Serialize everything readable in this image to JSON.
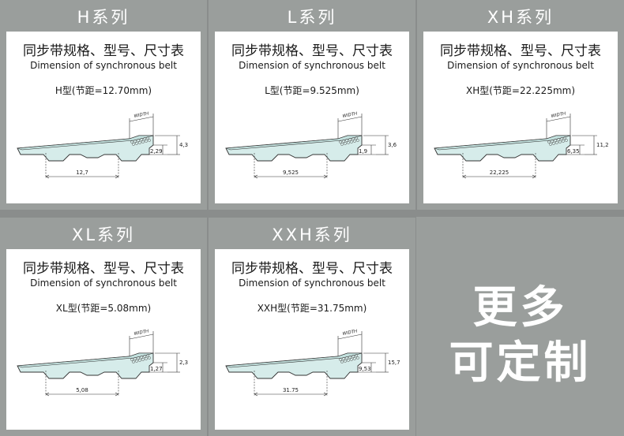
{
  "panels": [
    {
      "title": "H系列",
      "heading_cn": "同步带规格、型号、尺寸表",
      "heading_en": "Dimension of synchronous belt",
      "model": "H型(节距=12.70mm)",
      "dims": {
        "width_label": "WIDTH",
        "tooth_height": "2,29",
        "belt_height": "4,3",
        "pitch": "12,7"
      }
    },
    {
      "title": "L系列",
      "heading_cn": "同步带规格、型号、尺寸表",
      "heading_en": "Dimension of synchronous belt",
      "model": "L型(节距=9.525mm)",
      "dims": {
        "width_label": "WIDTH",
        "tooth_height": "1,9",
        "belt_height": "3,6",
        "pitch": "9,525"
      }
    },
    {
      "title": "XH系列",
      "heading_cn": "同步带规格、型号、尺寸表",
      "heading_en": "Dimension of synchronous belt",
      "model": "XH型(节距=22.225mm)",
      "dims": {
        "width_label": "WIDTH",
        "tooth_height": "6,35",
        "belt_height": "11,2",
        "pitch": "22,225"
      }
    },
    {
      "title": "XL系列",
      "heading_cn": "同步带规格、型号、尺寸表",
      "heading_en": "Dimension of synchronous belt",
      "model": "XL型(节距=5.08mm)",
      "dims": {
        "width_label": "WIDTH",
        "tooth_height": "1,27",
        "belt_height": "2,3",
        "pitch": "5,08"
      }
    },
    {
      "title": "XXH系列",
      "heading_cn": "同步带规格、型号、尺寸表",
      "heading_en": "Dimension of synchronous belt",
      "model": "XXH型(节距=31.75mm)",
      "dims": {
        "width_label": "WIDTH",
        "tooth_height": "9,53",
        "belt_height": "15,7",
        "pitch": "31.75"
      }
    }
  ],
  "more": {
    "line1": "更多",
    "line2": "可定制"
  },
  "colors": {
    "background": "#8a8d8c",
    "panel": "#9a9e9c",
    "card": "#ffffff",
    "belt_fill": "#d6ecea",
    "belt_stroke": "#333333"
  }
}
